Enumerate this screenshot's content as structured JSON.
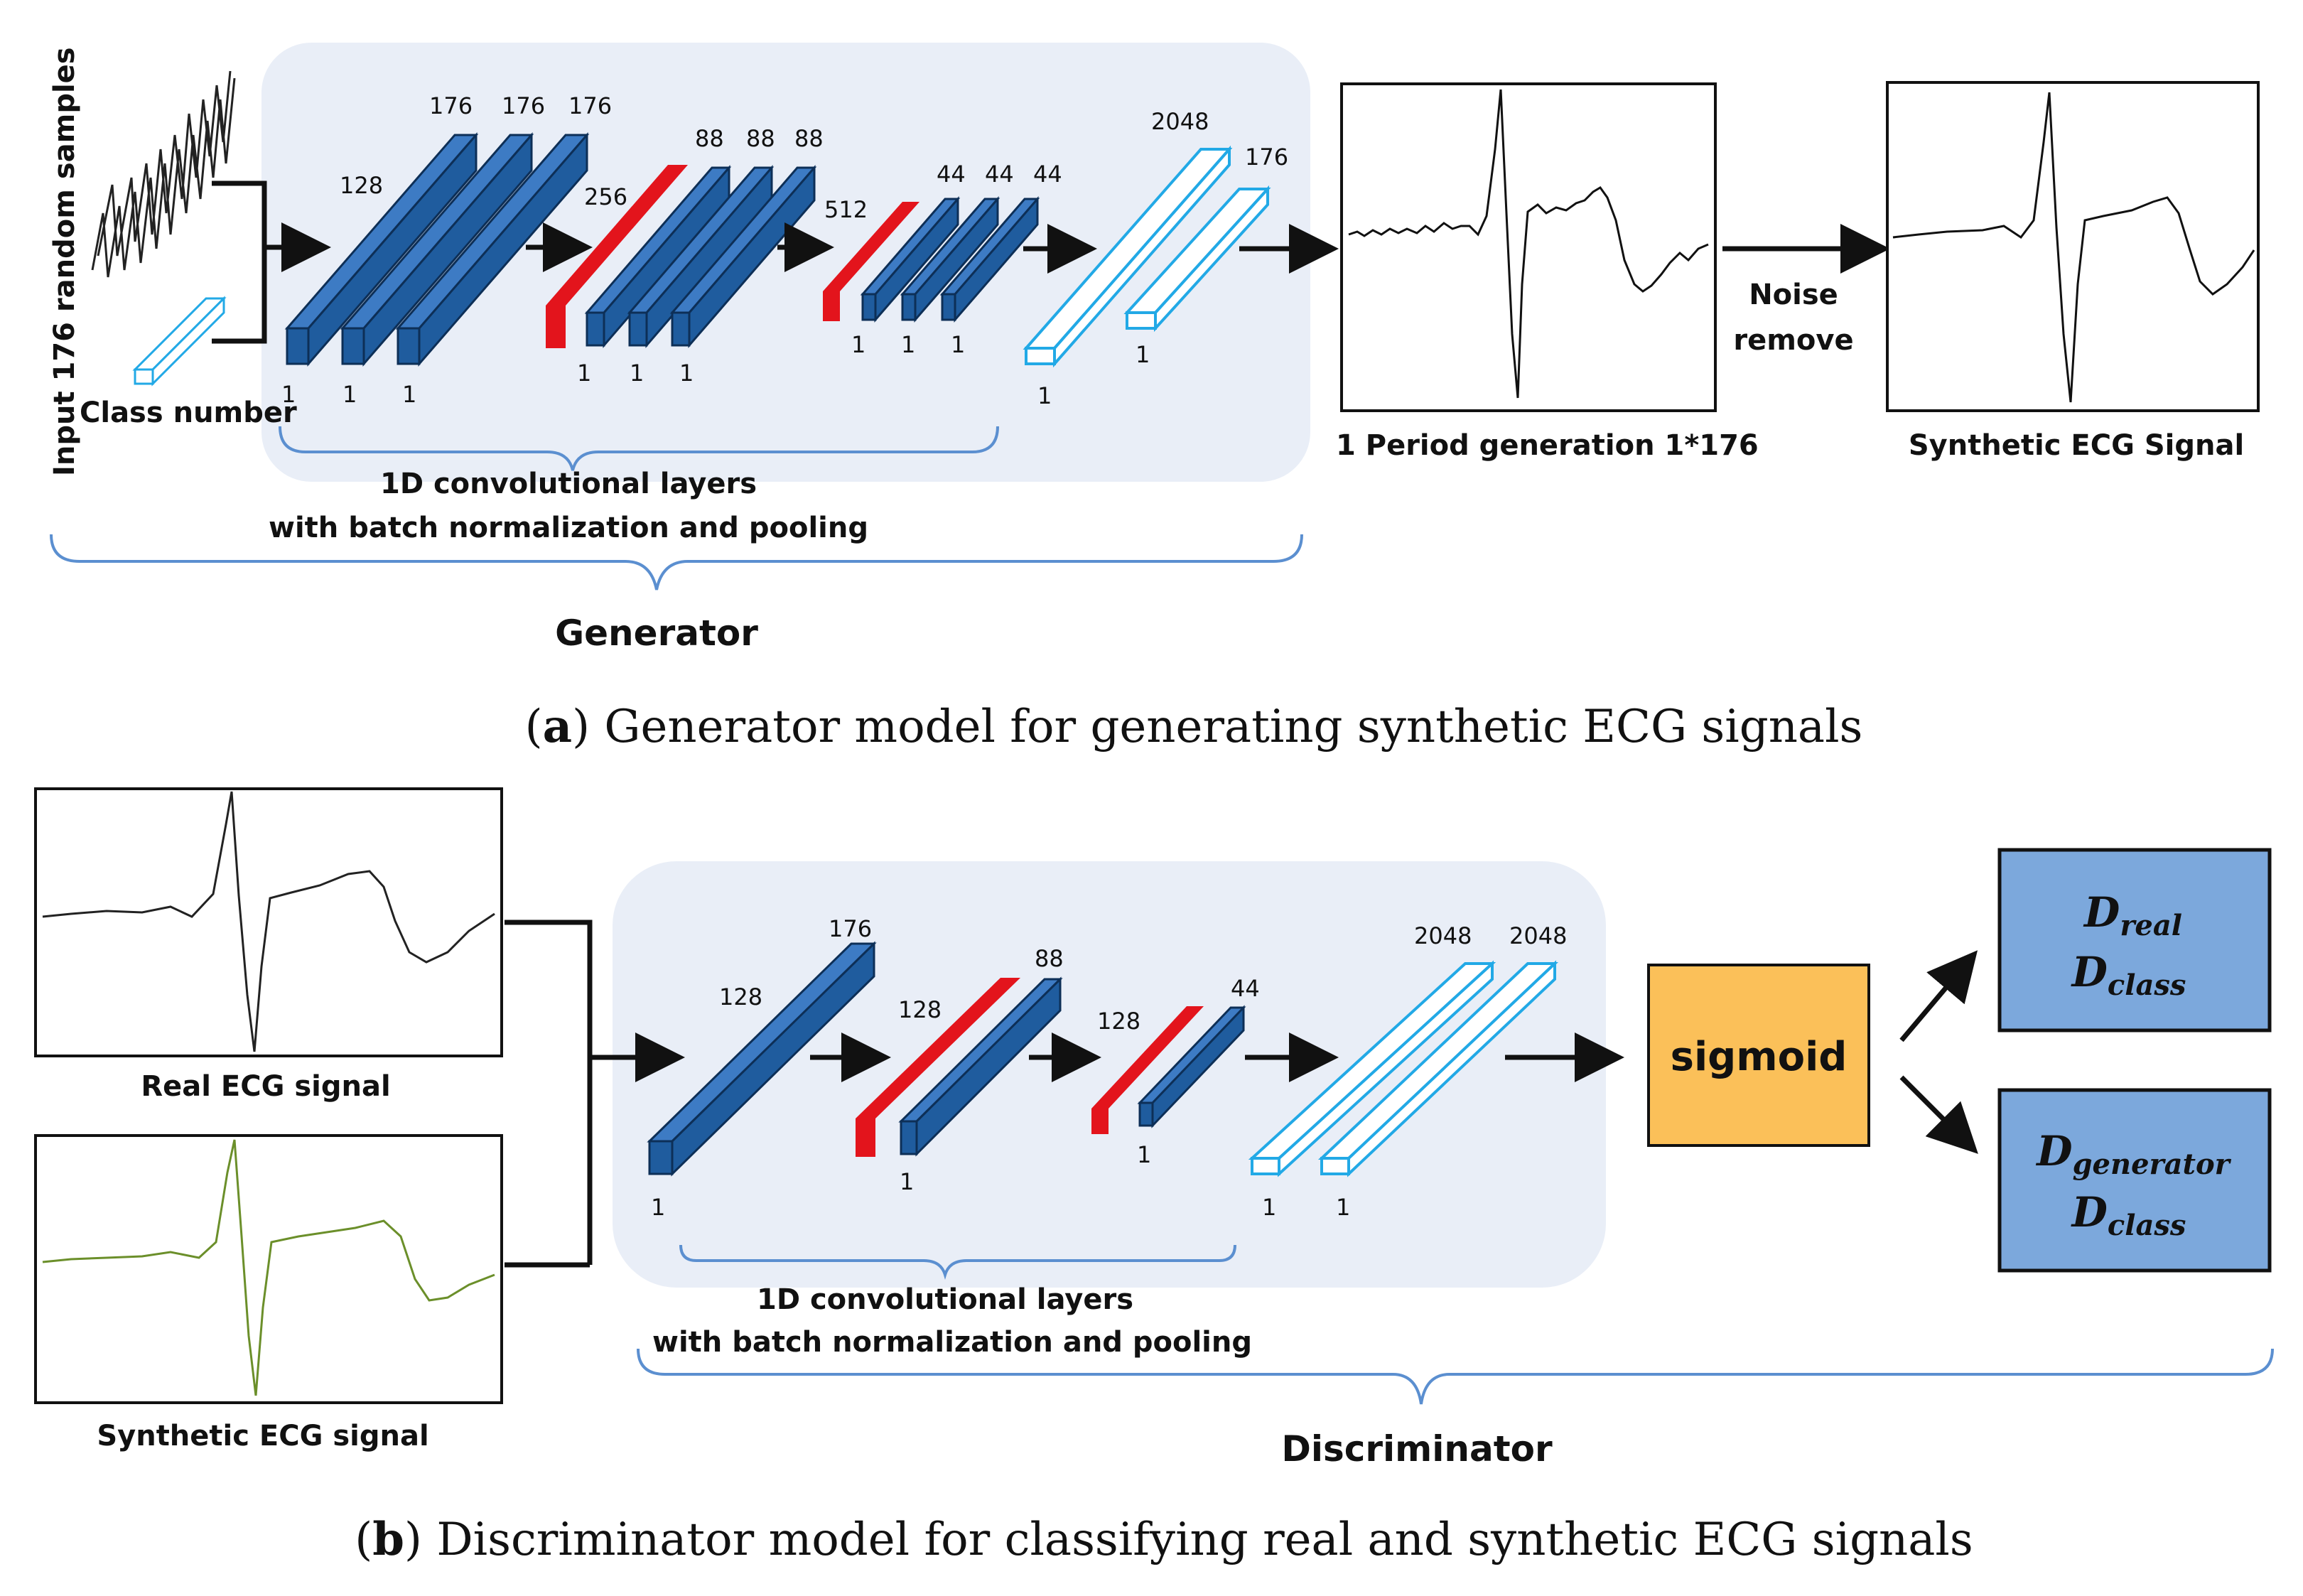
{
  "generator": {
    "input_label": "Input 176 random samples",
    "class_label": "Class number",
    "layers": {
      "block1": {
        "sizes": [
          "176",
          "176",
          "176"
        ],
        "channels": "128",
        "bottoms": [
          "1",
          "1",
          "1"
        ]
      },
      "block2": {
        "sizes": [
          "88",
          "88",
          "88"
        ],
        "channels": "256",
        "bottoms": [
          "1",
          "1",
          "1"
        ]
      },
      "block3": {
        "sizes": [
          "44",
          "44",
          "44"
        ],
        "channels": "512",
        "bottoms": [
          "1",
          "1",
          "1"
        ]
      },
      "dense": {
        "sizes": [
          "2048",
          "176"
        ],
        "bottoms": [
          "1",
          "1"
        ]
      }
    },
    "conv_label_line1": "1D convolutional layers",
    "conv_label_line2": "with batch normalization and pooling",
    "period_label": "1 Period generation 1*176",
    "noise_line1": "Noise",
    "noise_line2": "remove",
    "synthetic_label": "Synthetic ECG Signal",
    "title": "Generator"
  },
  "caption_a": {
    "letter": "a",
    "text": "Generator model for generating synthetic ECG signals"
  },
  "discriminator": {
    "real_label": "Real ECG signal",
    "synthetic_label": "Synthetic ECG signal",
    "layers": {
      "l1": {
        "size": "176",
        "channels": "128",
        "bottom": "1"
      },
      "l2": {
        "size": "88",
        "channels": "128",
        "bottom": "1"
      },
      "l3": {
        "size": "44",
        "channels": "128",
        "bottom": "1"
      },
      "dense": {
        "sizes": [
          "2048",
          "2048"
        ],
        "bottoms": [
          "1",
          "1"
        ]
      }
    },
    "conv_label_line1": "1D convolutional layers",
    "conv_label_line2": "with batch normalization and pooling",
    "sigmoid_label": "sigmoid",
    "out1": {
      "a_main": "D",
      "a_sub": "real",
      "b_main": "D",
      "b_sub": "class"
    },
    "out2": {
      "a_main": "D",
      "a_sub": "generator",
      "b_main": "D",
      "b_sub": "class"
    },
    "title": "Discriminator"
  },
  "caption_b": {
    "letter": "b",
    "text": "Discriminator model for classifying real and synthetic ECG signals"
  },
  "colors": {
    "conv_blue": "#1f5c9e",
    "conv_blue_dark": "#0d2f57",
    "pool_red": "#e3141c",
    "dense_cyan": "#22a9e6",
    "panel_bg": "#e9eef7",
    "brace_blue": "#5b8fd0",
    "sigmoid_fill": "#fbc059",
    "output_fill": "#7ca8dc"
  }
}
